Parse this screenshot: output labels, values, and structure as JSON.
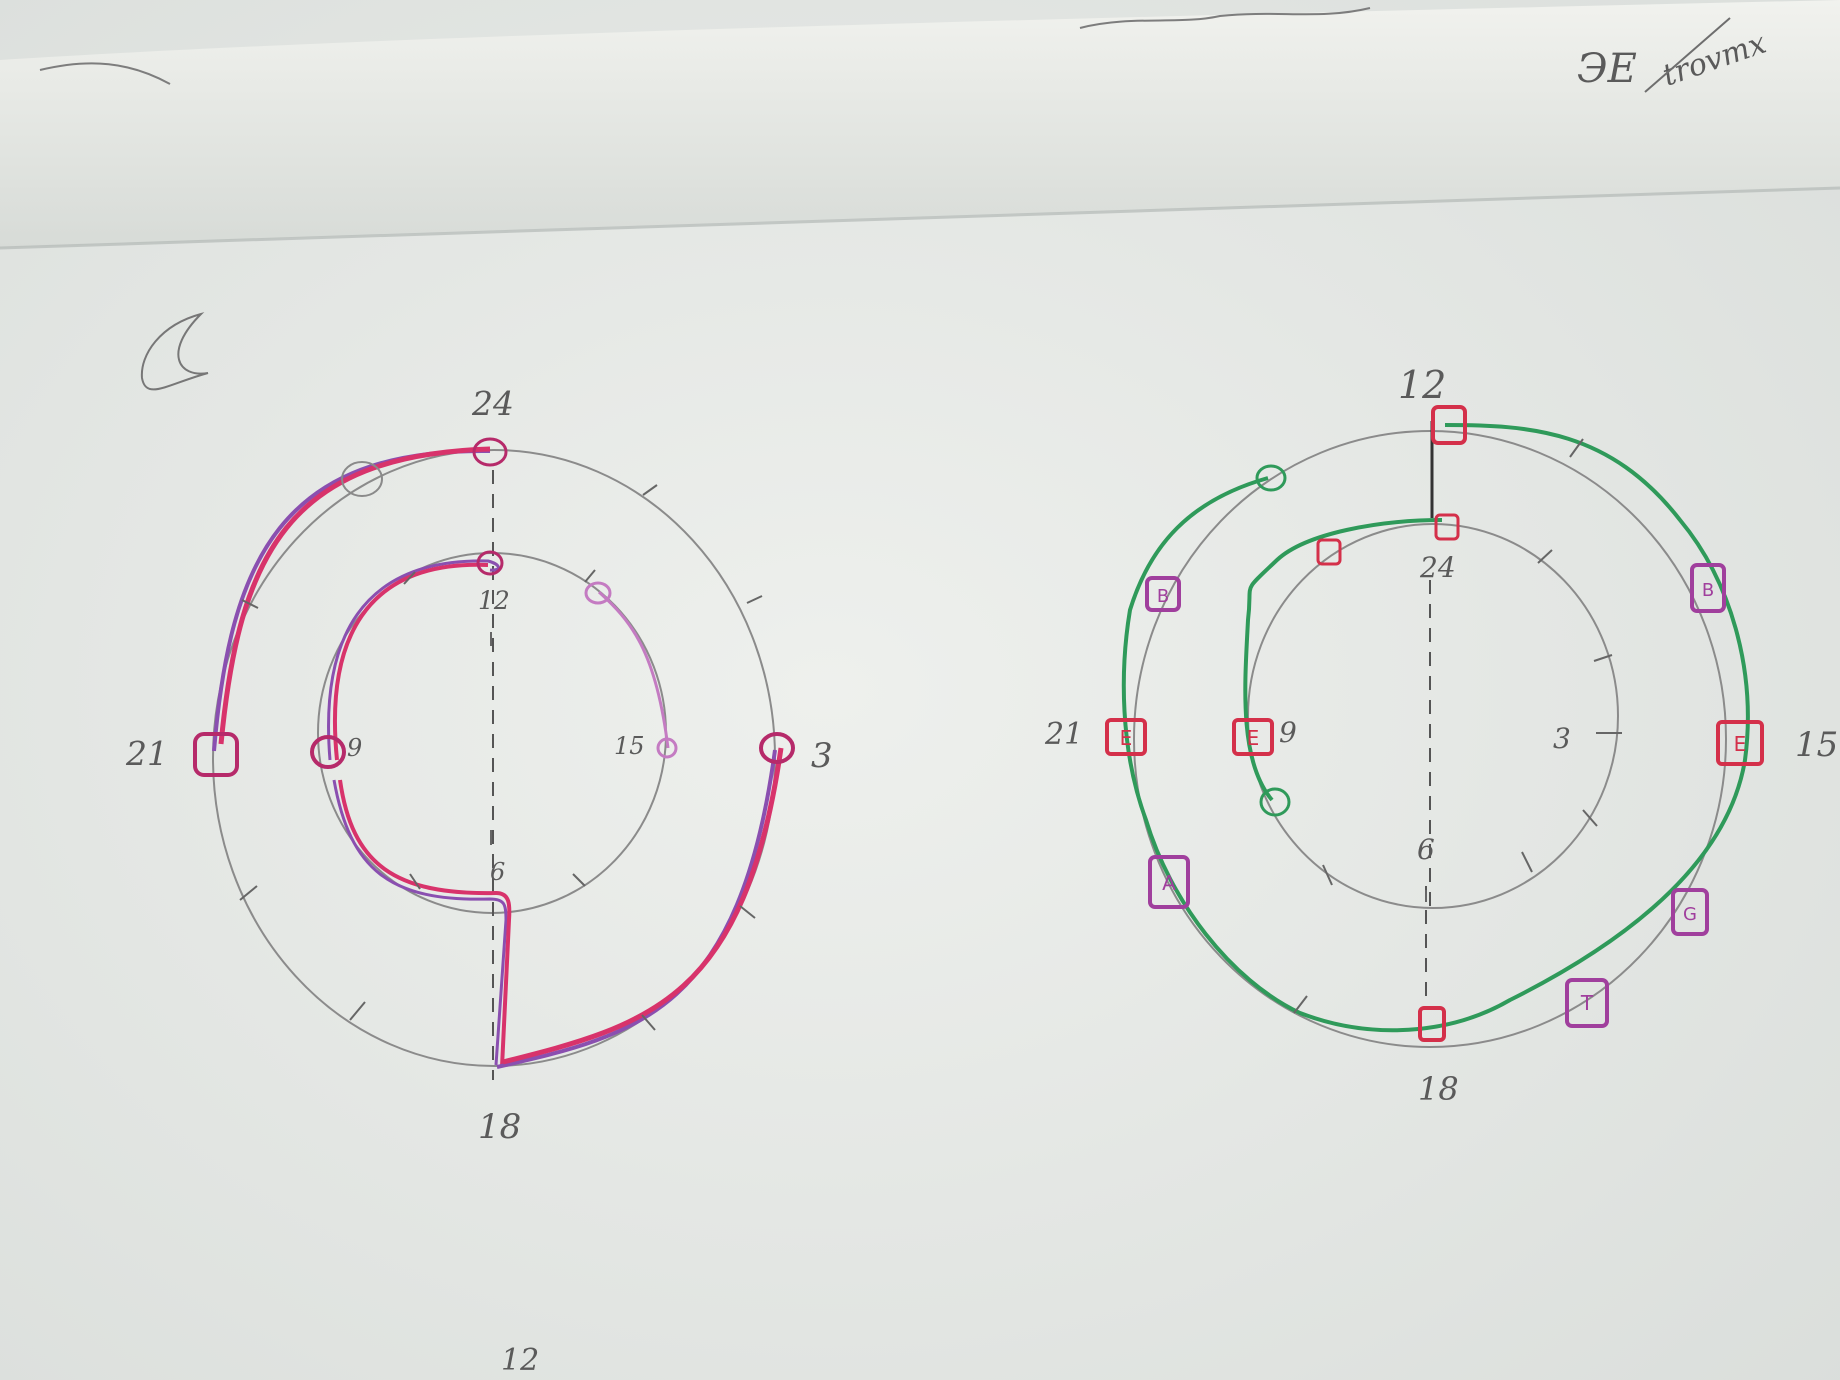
{
  "top_sheet": {
    "scribble_text": "ЭЕ",
    "scribble_word": "trovmx"
  },
  "left_diagram": {
    "symbol": "crescent-moon",
    "labels": {
      "top": "24",
      "inner_top": "12",
      "left": "21",
      "inner_left": "9",
      "inner_right": "15",
      "right": "3",
      "inner_bottom": "6",
      "bottom": "18"
    },
    "colors": {
      "path_main": "#d8336b",
      "path_shadow": "#8a4fb0",
      "nodes": "#b62a6a",
      "guides": "#8a8a8a"
    }
  },
  "right_diagram": {
    "labels": {
      "top": "12",
      "inner_top": "24",
      "left": "21",
      "inner_left": "9",
      "inner_right": "3",
      "right": "15",
      "inner_bottom": "6",
      "bottom": "18"
    },
    "markers": {
      "outer_left": "E",
      "inner_left": "E",
      "outer_right": "E",
      "upper_left": "B",
      "upper_right": "B",
      "lower_left": "A",
      "lower_right": "G",
      "bottom_right": "T"
    },
    "colors": {
      "path": "#2f9a5a",
      "red_markers": "#d4304a",
      "purple_markers": "#a03f9d",
      "guides": "#8a8a8a"
    }
  },
  "bottom_label": "12"
}
